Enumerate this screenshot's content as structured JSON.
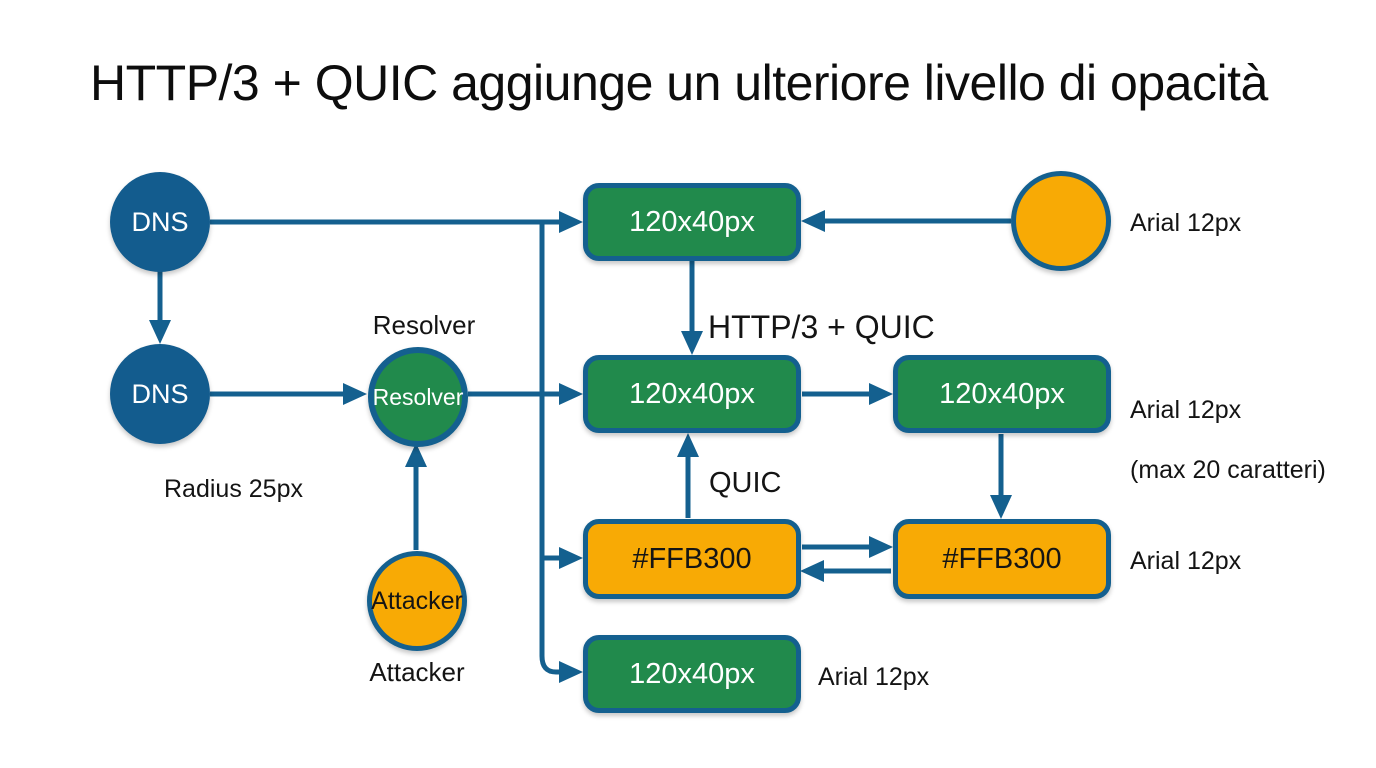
{
  "title": "HTTP/3 + QUIC aggiunge un ulteriore livello di opacità",
  "colors": {
    "blue": "#135C8E",
    "green": "#218A4C",
    "orange": "#F8AA05",
    "line": "#14608F",
    "text": "#111111"
  },
  "circles": {
    "dns_top": {
      "label": "DNS"
    },
    "dns_bottom": {
      "label": "DNS"
    },
    "resolver": {
      "label": "Resolver",
      "caption_above": "Resolver"
    },
    "attacker": {
      "label": "Attacker",
      "caption_below": "Attacker"
    }
  },
  "boxes": {
    "top_green": {
      "label": "120x40px"
    },
    "mid_green_left": {
      "label": "120x40px"
    },
    "mid_green_right": {
      "label": "120x40px"
    },
    "orange_left": {
      "label": "#FFB300"
    },
    "orange_right": {
      "label": "#FFB300"
    },
    "bottom_green": {
      "label": "120x40px"
    }
  },
  "annotations": {
    "radius_note": "Radius 25px",
    "arial_top_circle": "Arial 12px",
    "arial_mid_line1": "Arial 12px",
    "arial_mid_line2": "(max 20 caratteri)",
    "arial_orange_row": "Arial 12px",
    "arial_bottom_row": "Arial 12px",
    "edge_http3_quic": "HTTP/3 + QUIC",
    "edge_quic": "QUIC"
  }
}
